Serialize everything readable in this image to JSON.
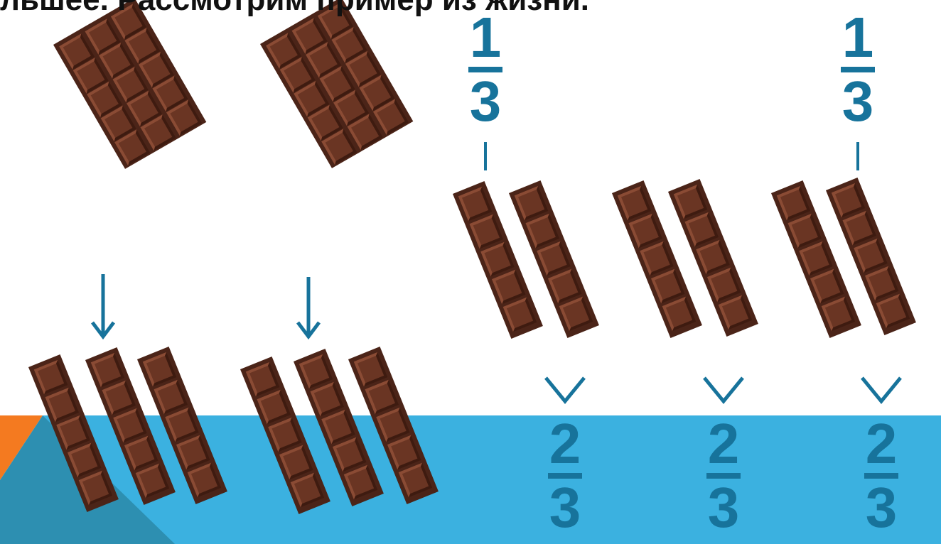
{
  "heading": "льшее. Рассмотрим пример из жизни.",
  "colors": {
    "band_blue": "#3bb1e0",
    "band_orange": "#f47a20",
    "band_dark": "#2d8fb1",
    "fraction_blue": "#17739b",
    "chocolate": "#6a3523"
  },
  "icons": [
    "chocolate-bar-icon",
    "chocolate-strip-icon",
    "arrow-down-icon"
  ],
  "fractions_top": [
    {
      "numerator": "1",
      "denominator": "3"
    },
    {
      "numerator": "1",
      "denominator": "3"
    }
  ],
  "fractions_bottom": [
    {
      "numerator": "2",
      "denominator": "3"
    },
    {
      "numerator": "2",
      "denominator": "3"
    },
    {
      "numerator": "2",
      "denominator": "3"
    }
  ]
}
